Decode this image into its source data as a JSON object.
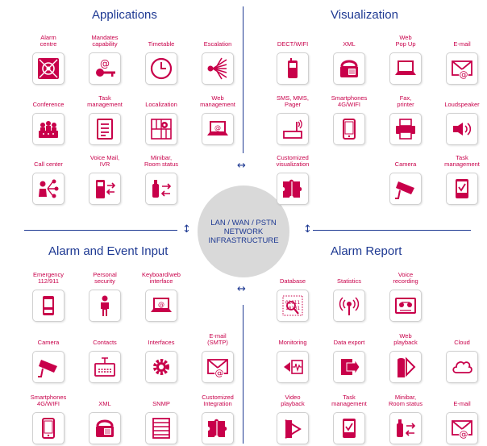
{
  "quadrants": {
    "applications": {
      "title": "Applications"
    },
    "visualization": {
      "title": "Visualization"
    },
    "alarm_input": {
      "title": "Alarm and Event Input"
    },
    "alarm_report": {
      "title": "Alarm Report"
    }
  },
  "center": {
    "lines": [
      "LAN / WAN / PSTN",
      "NETWORK",
      "INFRASTRUCTURE"
    ]
  },
  "colors": {
    "accent": "#c8004a",
    "title": "#1f3a93",
    "circle": "#d9d9d9"
  },
  "items": [
    {
      "label": "Alarm\ncentre",
      "icon": "alarm-centre-icon"
    },
    {
      "label": "Mandates\ncapability",
      "icon": "mandates-key-icon"
    },
    {
      "label": "Timetable",
      "icon": "clock-icon"
    },
    {
      "label": "Escalation",
      "icon": "escalation-icon"
    },
    {
      "label": "Conference",
      "icon": "conference-icon"
    },
    {
      "label": "Task\nmanagement",
      "icon": "task-list-icon"
    },
    {
      "label": "Localization",
      "icon": "localization-icon"
    },
    {
      "label": "Web\nmanagement",
      "icon": "web-laptop-icon"
    },
    {
      "label": "Call center",
      "icon": "call-center-icon"
    },
    {
      "label": "Voice Mail,\nIVR",
      "icon": "voicemail-phone-icon"
    },
    {
      "label": "Minibar,\nRoom status",
      "icon": "minibar-icon"
    },
    {
      "label": "DECT/WIFI",
      "icon": "dect-phone-icon"
    },
    {
      "label": "XML",
      "icon": "desk-phone-icon"
    },
    {
      "label": "Web\nPop Up",
      "icon": "laptop-icon"
    },
    {
      "label": "E-mail",
      "icon": "email-icon"
    },
    {
      "label": "SMS, MMS,\nPager",
      "icon": "pager-icon"
    },
    {
      "label": "Smartphones\n4G/WIFI",
      "icon": "smartphone-icon"
    },
    {
      "label": "Fax,\nprinter",
      "icon": "printer-icon"
    },
    {
      "label": "Loudspeaker",
      "icon": "loudspeaker-icon"
    },
    {
      "label": "Customized\nvisualization",
      "icon": "puzzle-icon"
    },
    {
      "label": "Camera",
      "icon": "camera-icon"
    },
    {
      "label": "Task\nmanagement",
      "icon": "task-handheld-icon"
    },
    {
      "label": "Emergency\n112/911",
      "icon": "emergency-phone-icon"
    },
    {
      "label": "Personal\nsecurity",
      "icon": "person-icon"
    },
    {
      "label": "Keyboard/web\ninterface",
      "icon": "laptop-at-icon"
    },
    {
      "label": "Camera",
      "icon": "camera-icon"
    },
    {
      "label": "Contacts",
      "icon": "contacts-icon"
    },
    {
      "label": "Interfaces",
      "icon": "gear-icon"
    },
    {
      "label": "E-mail\n(SMTP)",
      "icon": "email-icon"
    },
    {
      "label": "Smartphones\n4G/WIFI",
      "icon": "smartphone-icon"
    },
    {
      "label": "XML",
      "icon": "desk-phone-icon"
    },
    {
      "label": "SNMP",
      "icon": "rack-icon"
    },
    {
      "label": "Customized\nIntegration",
      "icon": "puzzle-icon"
    },
    {
      "label": "Database",
      "icon": "database-icon"
    },
    {
      "label": "Statistics",
      "icon": "statistics-icon"
    },
    {
      "label": "Voice\nrecording",
      "icon": "tape-icon"
    },
    {
      "label": "Monitoring",
      "icon": "monitoring-icon"
    },
    {
      "label": "Data export",
      "icon": "export-icon"
    },
    {
      "label": "Web\nplayback",
      "icon": "web-playback-icon"
    },
    {
      "label": "Cloud",
      "icon": "cloud-icon"
    },
    {
      "label": "Video\nplayback",
      "icon": "video-playback-icon"
    },
    {
      "label": "Task\nmanagement",
      "icon": "task-handheld-icon"
    },
    {
      "label": "Minibar,\nRoom status",
      "icon": "minibar-icon"
    },
    {
      "label": "E-mail",
      "icon": "email-icon"
    }
  ]
}
